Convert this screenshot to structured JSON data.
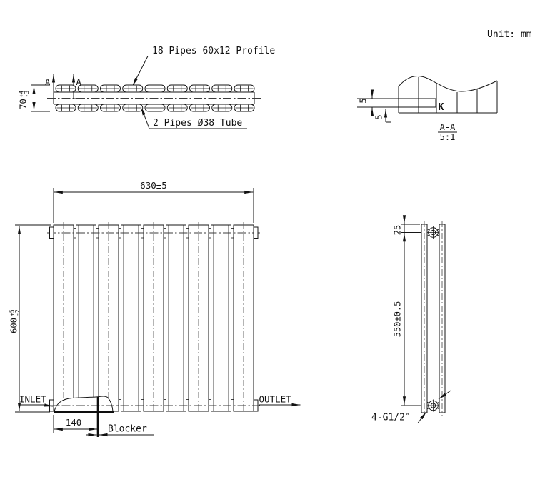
{
  "unit_label": "Unit: mm",
  "top_view": {
    "profile_label": "18 Pipes 60x12 Profile",
    "tube_label": "2 Pipes Ø38 Tube",
    "section_letter_1": "A",
    "section_letter_2": "A",
    "height_dim": {
      "value": "70",
      "tol_plus": "+4",
      "tol_minus": "-3"
    },
    "pipe_columns": 9
  },
  "section_view": {
    "title": "A-A",
    "scale": "5:1",
    "k_label": "K",
    "wall_thickness_dim": "5",
    "offset_dim": "5"
  },
  "front_view": {
    "width_dim": "630±5",
    "height_dim": {
      "value": "600",
      "tol_plus": "+5",
      "tol_minus": "-2"
    },
    "inlet_label": "INLET",
    "outlet_label": "OUTLET",
    "blocker_offset_dim": "140",
    "blocker_label": "Blocker",
    "panel_count": 9
  },
  "side_view": {
    "top_offset_dim": "25",
    "center_distance_dim": "550±0.5",
    "ports_label": "4-G1/2″"
  }
}
